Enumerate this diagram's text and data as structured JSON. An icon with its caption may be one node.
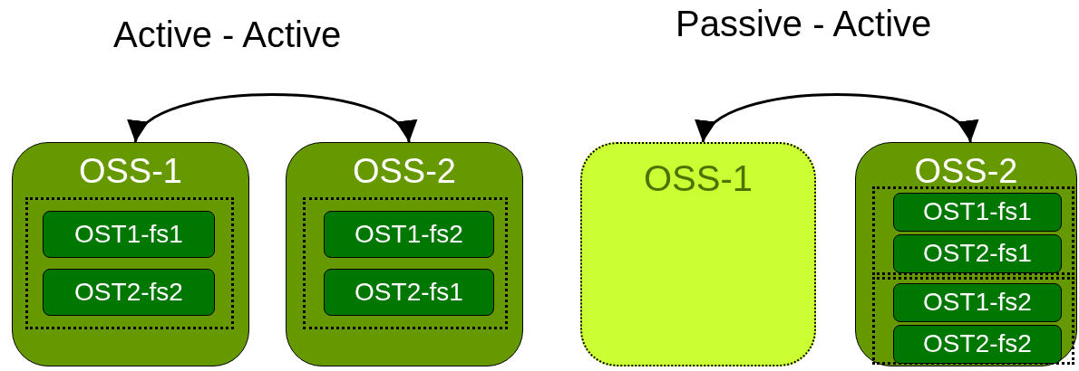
{
  "diagram": {
    "nodes": [
      {
        "text": [
          "OSS-1"
        ]
      },
      {
        "text": [],
        "shape": "box",
        "in": 0
      },
      {
        "text": [
          "OST1-fs1"
        ],
        "in": 1
      },
      {
        "text": [
          "OST2-fs2"
        ],
        "in": 1
      },
      {
        "text": [
          "OSS-2"
        ]
      },
      {
        "text": [],
        "shape": "box",
        "in": 4
      },
      {
        "text": [
          "OST1-fs2"
        ],
        "in": 5
      },
      {
        "text": [
          "OST2-fs1"
        ],
        "in": 5
      },
      {
        "text": [
          "OSS-1"
        ]
      },
      {
        "text": [
          "OSS-2"
        ]
      },
      {
        "text": [],
        "shape": "box",
        "in": 9
      },
      {
        "text": [
          "OST1-fs1"
        ],
        "in": 10
      },
      {
        "text": [
          "OST2-fs1"
        ],
        "in": 10
      },
      {
        "text": [],
        "shape": "box",
        "in": 9
      },
      {
        "text": [
          "OST1-fs2"
        ],
        "in": 13
      },
      {
        "text": [
          "OST2-fs2"
        ],
        "in": 13
      }
    ],
    "edges": [
      {
        "from": 0,
        "to": 4,
        "arrow": "both"
      },
      {
        "from": 8,
        "to": 9,
        "arrow": "both"
      }
    ],
    "labels": [
      "Active - Active",
      "Passive - Active"
    ]
  }
}
